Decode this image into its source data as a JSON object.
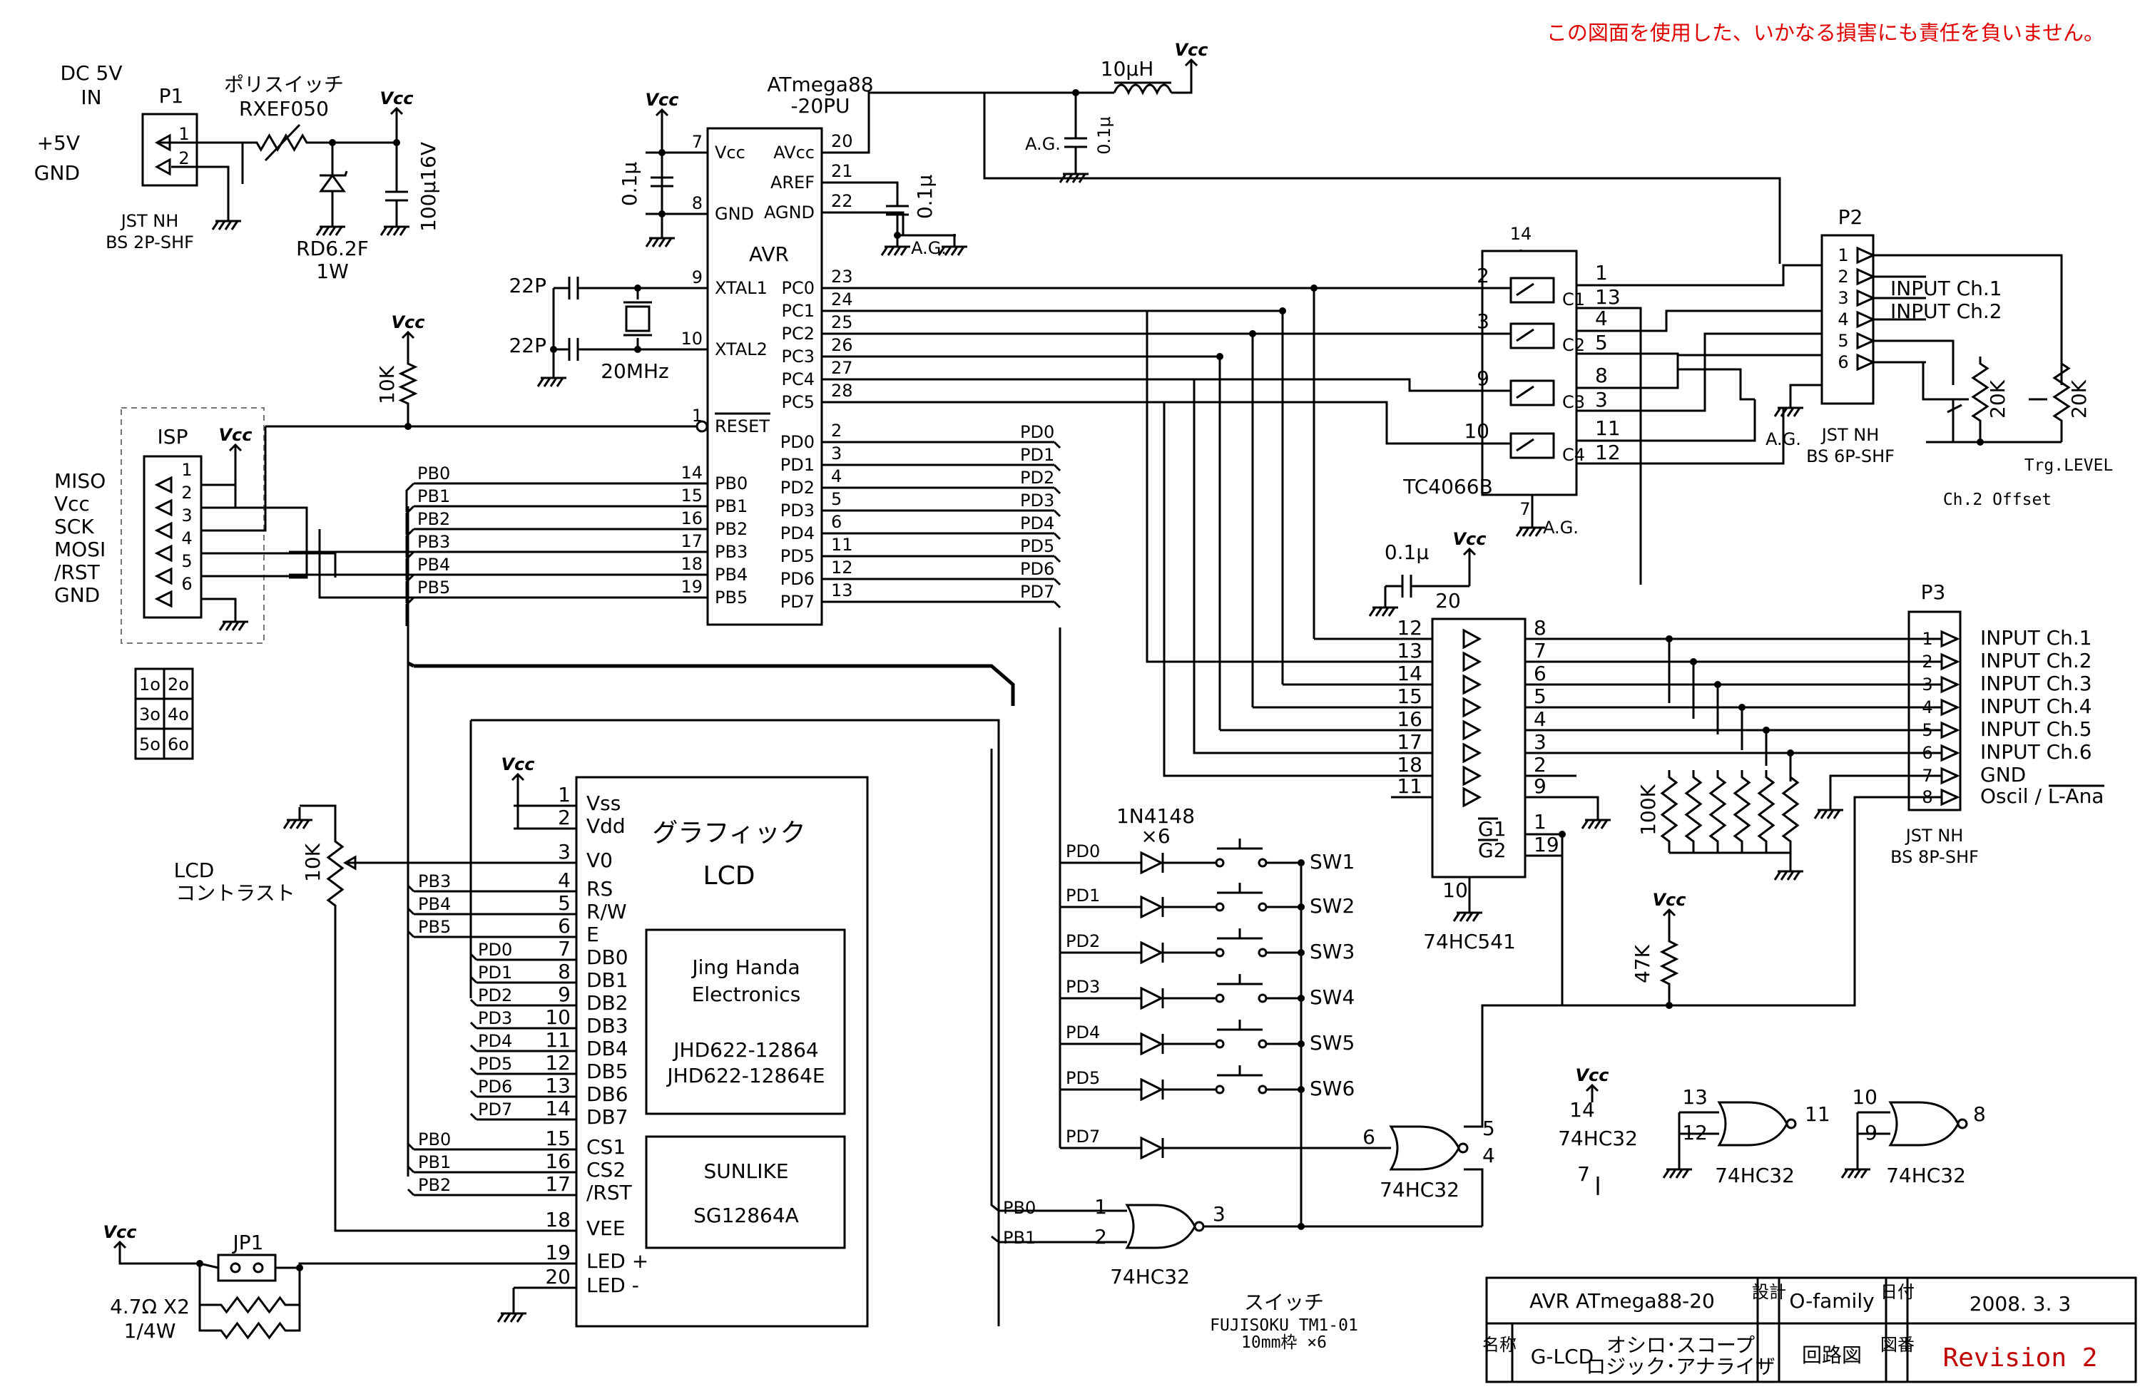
{
  "disclaimer": "この図面を使用した、いかなる損害にも責任を負いません。",
  "power_in": {
    "title1": "DC 5V",
    "title2": "IN",
    "connector": "P1",
    "pin1": "+5V",
    "pin2": "GND",
    "pn1": "1",
    "pn2": "2",
    "part1": "JST NH",
    "part2": "BS 2P-SHF"
  },
  "polyswitch": {
    "label1": "ポリスイッチ",
    "label2": "RXEF050"
  },
  "zener": {
    "label1": "RD6.2F",
    "label2": "1W"
  },
  "cap_bulk": "100μ16V",
  "vcc": "Vcc",
  "mcu": {
    "name1": "ATmega88",
    "name2": "-20PU",
    "core": "AVR",
    "left_pins": [
      {
        "num": "7",
        "name": "Vcc"
      },
      {
        "num": "8",
        "name": "GND"
      },
      {
        "num": "9",
        "name": "XTAL1"
      },
      {
        "num": "10",
        "name": "XTAL2"
      },
      {
        "num": "1",
        "name": "RESET"
      },
      {
        "num": "14",
        "name": "PB0"
      },
      {
        "num": "15",
        "name": "PB1"
      },
      {
        "num": "16",
        "name": "PB2"
      },
      {
        "num": "17",
        "name": "PB3"
      },
      {
        "num": "18",
        "name": "PB4"
      },
      {
        "num": "19",
        "name": "PB5"
      }
    ],
    "right_pins": [
      {
        "num": "20",
        "name": "AVcc"
      },
      {
        "num": "21",
        "name": "AREF"
      },
      {
        "num": "22",
        "name": "AGND"
      },
      {
        "num": "23",
        "name": "PC0"
      },
      {
        "num": "24",
        "name": "PC1"
      },
      {
        "num": "25",
        "name": "PC2"
      },
      {
        "num": "26",
        "name": "PC3"
      },
      {
        "num": "27",
        "name": "PC4"
      },
      {
        "num": "28",
        "name": "PC5"
      },
      {
        "num": "2",
        "name": "PD0"
      },
      {
        "num": "3",
        "name": "PD1"
      },
      {
        "num": "4",
        "name": "PD2"
      },
      {
        "num": "5",
        "name": "PD3"
      },
      {
        "num": "6",
        "name": "PD4"
      },
      {
        "num": "11",
        "name": "PD5"
      },
      {
        "num": "12",
        "name": "PD6"
      },
      {
        "num": "13",
        "name": "PD7"
      }
    ],
    "pb_nets": [
      "PB0",
      "PB1",
      "PB2",
      "PB3",
      "PB4",
      "PB5"
    ],
    "pd_nets": [
      "PD0",
      "PD1",
      "PD2",
      "PD3",
      "PD4",
      "PD5",
      "PD6",
      "PD7"
    ]
  },
  "cap_01u": "0.1μ",
  "crystal": {
    "cap": "22P",
    "freq": "20MHz"
  },
  "inductor": "10μH",
  "ag": "A.G.",
  "reset_pullup": "10K",
  "isp": {
    "title": "ISP",
    "signals": [
      "MISO",
      "Vcc",
      "SCK",
      "MOSI",
      "/RST",
      "GND"
    ],
    "pins": [
      "1",
      "2",
      "3",
      "4",
      "5",
      "6"
    ],
    "grid": [
      "1o",
      "2o",
      "3o",
      "4o",
      "5o",
      "6o"
    ]
  },
  "analog_switch": {
    "name": "TC4066B",
    "vcc_pin": "14",
    "gnd_pin": "7",
    "rows": [
      {
        "ctl": "2",
        "sw": "C1",
        "a": "1",
        "b": "13"
      },
      {
        "ctl": "3",
        "sw": "C2",
        "a": "4",
        "b": "5"
      },
      {
        "ctl": "9",
        "sw": "C3",
        "a": "8",
        "b": "3"
      },
      {
        "ctl": "10",
        "sw": "C4",
        "a": "11",
        "b": "12"
      }
    ]
  },
  "p2": {
    "name": "P2",
    "pins": [
      "1",
      "2",
      "3",
      "4",
      "5",
      "6"
    ],
    "in1": "INPUT Ch.1",
    "in2": "INPUT Ch.2",
    "part1": "JST NH",
    "part2": "BS 6P-SHF",
    "pot": "20K",
    "offset": "Ch.2 Offset",
    "trg": "Trg.LEVEL"
  },
  "buffer": {
    "name": "74HC541",
    "vcc_pin": "20",
    "gnd_pin": "10",
    "in_pins": [
      "12",
      "13",
      "14",
      "15",
      "16",
      "17",
      "18",
      "11"
    ],
    "out_pins": [
      "8",
      "7",
      "6",
      "5",
      "4",
      "3",
      "2",
      "9"
    ],
    "g1": "G1",
    "g2": "G2",
    "g1_pin": "1",
    "g2_pin": "19"
  },
  "p3": {
    "name": "P3",
    "pins": [
      "1",
      "2",
      "3",
      "4",
      "5",
      "6",
      "7",
      "8"
    ],
    "labels": [
      "INPUT Ch.1",
      "INPUT Ch.2",
      "INPUT Ch.3",
      "INPUT Ch.4",
      "INPUT Ch.5",
      "INPUT Ch.6",
      "GND",
      "Oscil / L-Ana"
    ],
    "part1": "JST NH",
    "part2": "BS 8P-SHF",
    "pulldown": "100K"
  },
  "lcd": {
    "title1": "グラフィック",
    "title2": "LCD",
    "maker1": "Jing Handa",
    "maker2": "Electronics",
    "model1": "JHD622-12864",
    "model2": "JHD622-12864E",
    "brand": "SUNLIKE",
    "brand_model": "SG12864A",
    "pins": [
      {
        "num": "1",
        "name": "Vss"
      },
      {
        "num": "2",
        "name": "Vdd"
      },
      {
        "num": "3",
        "name": "V0"
      },
      {
        "num": "4",
        "name": "RS"
      },
      {
        "num": "5",
        "name": "R/W"
      },
      {
        "num": "6",
        "name": "E"
      },
      {
        "num": "7",
        "name": "DB0"
      },
      {
        "num": "8",
        "name": "DB1"
      },
      {
        "num": "9",
        "name": "DB2"
      },
      {
        "num": "10",
        "name": "DB3"
      },
      {
        "num": "11",
        "name": "DB4"
      },
      {
        "num": "12",
        "name": "DB5"
      },
      {
        "num": "13",
        "name": "DB6"
      },
      {
        "num": "14",
        "name": "DB7"
      },
      {
        "num": "15",
        "name": "CS1"
      },
      {
        "num": "16",
        "name": "CS2"
      },
      {
        "num": "17",
        "name": "/RST"
      },
      {
        "num": "18",
        "name": "VEE"
      },
      {
        "num": "19",
        "name": "LED +"
      },
      {
        "num": "20",
        "name": "LED -"
      }
    ],
    "ctrl_nets": [
      "PB3",
      "PB4",
      "PB5"
    ],
    "data_nets": [
      "PD0",
      "PD1",
      "PD2",
      "PD3",
      "PD4",
      "PD5",
      "PD6",
      "PD7"
    ],
    "cs_nets": [
      "PB0",
      "PB1",
      "PB2"
    ]
  },
  "contrast": {
    "label1": "LCD",
    "label2": "コントラスト",
    "value": "10K"
  },
  "jp1": {
    "name": "JP1",
    "res1": "4.7Ω X2",
    "res2": "1/4W"
  },
  "switches": {
    "diode": "1N4148",
    "count": "×6",
    "nets": [
      "PD0",
      "PD1",
      "PD2",
      "PD3",
      "PD4",
      "PD5"
    ],
    "names": [
      "SW1",
      "SW2",
      "SW3",
      "SW4",
      "SW5",
      "SW6"
    ],
    "pd7": "PD7",
    "desc1": "スイッチ",
    "desc2": "FUJISOKU TM1-01",
    "desc3": "10mm枠 ×6"
  },
  "gates": {
    "type": "74HC32",
    "g1_inputs": [
      "PB0",
      "PB1"
    ],
    "g1_pins": [
      "1",
      "2",
      "3"
    ],
    "g2_pins": [
      "6",
      "5",
      "4"
    ],
    "g3_pins": [
      "13",
      "12",
      "11"
    ],
    "g4_pins": [
      "10",
      "9",
      "8"
    ],
    "vcc_pin": "14",
    "gnd_pin": "7",
    "pullup": "47K"
  },
  "title_block": {
    "project": "AVR ATmega88-20",
    "design_label": "設計",
    "designer": "O-family",
    "date_label": "日付",
    "date": "2008. 3. 3",
    "name_label": "名称",
    "name1": "G-LCD",
    "name2a": "オシロ･スコープ",
    "name2b": "ロジック･アナライザ",
    "kind": "回路図",
    "no_label": "図番",
    "revision": "Revision 2"
  }
}
